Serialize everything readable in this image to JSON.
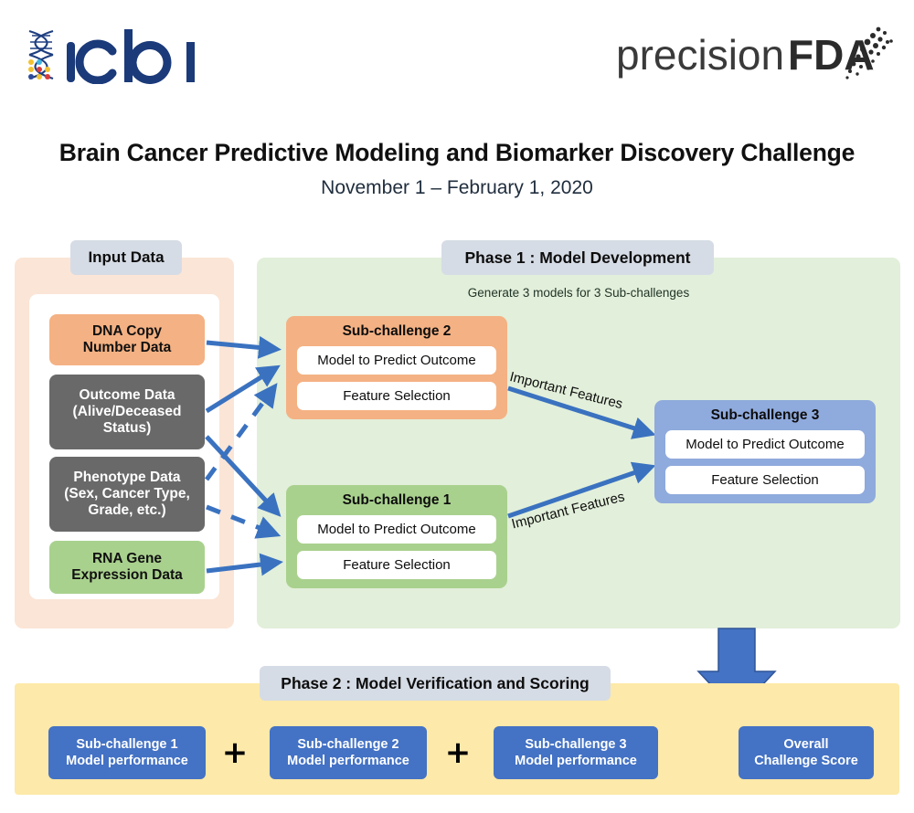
{
  "branding": {
    "icbi_logo_text": "icbi",
    "icbi_logo_name": "icbi-dna-helix-logo",
    "precisionfda_logo_text": "precisionFDA",
    "precisionfda_prefix": "precision",
    "precisionfda_suffix": "FDA"
  },
  "header": {
    "title": "Brain Cancer Predictive Modeling and Biomarker Discovery Challenge",
    "date_range": "November 1 – February 1, 2020"
  },
  "panels": {
    "input": {
      "header": "Input Data",
      "color": "#fbe5d6",
      "items": [
        {
          "label_line1": "DNA Copy",
          "label_line2": "Number Data",
          "color": "#f4b183"
        },
        {
          "label_line1": "Outcome Data",
          "label_line2": "(Alive/Deceased",
          "label_line3": "Status)",
          "color": "#696969"
        },
        {
          "label_line1": "Phenotype Data",
          "label_line2": "(Sex, Cancer Type,",
          "label_line3": "Grade, etc.)",
          "color": "#696969"
        },
        {
          "label_line1": "RNA Gene",
          "label_line2": "Expression Data",
          "color": "#a9d18e"
        }
      ]
    },
    "phase1": {
      "header": "Phase 1 : Model Development",
      "note": "Generate 3 models for 3 Sub-challenges",
      "color": "#e2efda",
      "cards": [
        {
          "title": "Sub-challenge 2",
          "rows": [
            "Model to Predict Outcome",
            "Feature Selection"
          ],
          "color": "#f4b183"
        },
        {
          "title": "Sub-challenge 1",
          "rows": [
            "Model to Predict Outcome",
            "Feature Selection"
          ],
          "color": "#a9d18e"
        },
        {
          "title": "Sub-challenge 3",
          "rows": [
            "Model to Predict Outcome",
            "Feature Selection"
          ],
          "color": "#8faadc"
        }
      ],
      "edge_labels": [
        "Important Features",
        "Important Features"
      ]
    },
    "phase2": {
      "header": "Phase 2 : Model Verification and Scoring",
      "color": "#fde9a9",
      "boxes": [
        {
          "line1": "Sub-challenge 1",
          "line2": "Model performance"
        },
        {
          "line1": "Sub-challenge 2",
          "line2": "Model performance"
        },
        {
          "line1": "Sub-challenge 3",
          "line2": "Model performance"
        },
        {
          "line1": "Overall",
          "line2": "Challenge Score"
        }
      ],
      "operators": [
        "+",
        "+"
      ],
      "box_color": "#4472c4"
    }
  },
  "colors": {
    "arrow_blue": "#3a72c0",
    "pill_gray": "#d6dce5",
    "black_arrow": "#000000",
    "big_down_arrow": "#4472c4"
  }
}
